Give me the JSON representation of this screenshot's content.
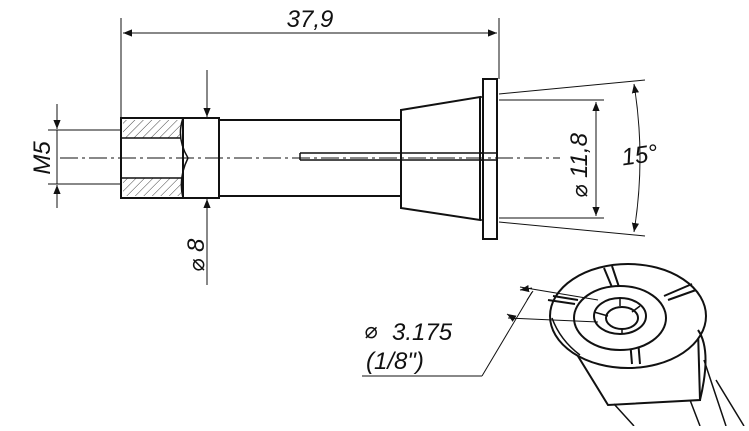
{
  "dimensions": {
    "overall_length": "37,9",
    "thread": "M5",
    "shank_diameter": "8",
    "flange_diameter": "11,8",
    "taper_angle": "15°",
    "bore_diameter": "3.175",
    "bore_inch": "(1/8\")"
  },
  "symbols": {
    "diameter": "⌀"
  },
  "colors": {
    "line": "#111111",
    "hatch": "#444444",
    "background": "#ffffff"
  }
}
